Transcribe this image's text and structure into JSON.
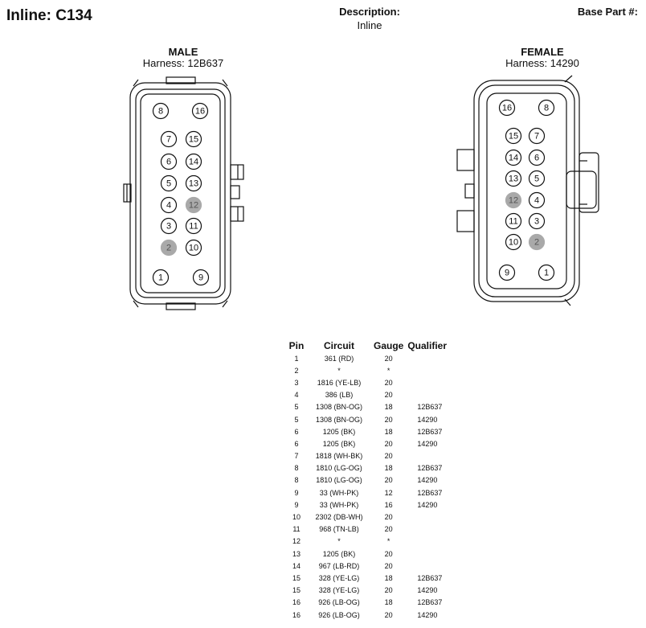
{
  "header": {
    "title": "Inline: C134",
    "description_label": "Description:",
    "description_value": "Inline",
    "base_part_label": "Base Part #:"
  },
  "male": {
    "title": "MALE",
    "harness": "Harness: 12B637",
    "pins": [
      {
        "label": "8",
        "unused": false
      },
      {
        "label": "16",
        "unused": false
      },
      {
        "label": "7",
        "unused": false
      },
      {
        "label": "15",
        "unused": false
      },
      {
        "label": "6",
        "unused": false
      },
      {
        "label": "14",
        "unused": false
      },
      {
        "label": "5",
        "unused": false
      },
      {
        "label": "13",
        "unused": false
      },
      {
        "label": "4",
        "unused": false
      },
      {
        "label": "12",
        "unused": true
      },
      {
        "label": "3",
        "unused": false
      },
      {
        "label": "11",
        "unused": false
      },
      {
        "label": "2",
        "unused": true
      },
      {
        "label": "10",
        "unused": false
      },
      {
        "label": "1",
        "unused": false
      },
      {
        "label": "9",
        "unused": false
      }
    ]
  },
  "female": {
    "title": "FEMALE",
    "harness": "Harness: 14290",
    "pins": [
      {
        "label": "16",
        "unused": false
      },
      {
        "label": "8",
        "unused": false
      },
      {
        "label": "15",
        "unused": false
      },
      {
        "label": "7",
        "unused": false
      },
      {
        "label": "14",
        "unused": false
      },
      {
        "label": "6",
        "unused": false
      },
      {
        "label": "13",
        "unused": false
      },
      {
        "label": "5",
        "unused": false
      },
      {
        "label": "12",
        "unused": true
      },
      {
        "label": "4",
        "unused": false
      },
      {
        "label": "11",
        "unused": false
      },
      {
        "label": "3",
        "unused": false
      },
      {
        "label": "10",
        "unused": false
      },
      {
        "label": "2",
        "unused": true
      },
      {
        "label": "9",
        "unused": false
      },
      {
        "label": "1",
        "unused": false
      }
    ]
  },
  "pin_table": {
    "headers": [
      "Pin",
      "Circuit",
      "Gauge",
      "Qualifier"
    ],
    "rows": [
      [
        "1",
        "361 (RD)",
        "20",
        ""
      ],
      [
        "2",
        "*",
        "*",
        ""
      ],
      [
        "3",
        "1816 (YE-LB)",
        "20",
        ""
      ],
      [
        "4",
        "386 (LB)",
        "20",
        ""
      ],
      [
        "5",
        "1308 (BN-OG)",
        "18",
        "12B637"
      ],
      [
        "5",
        "1308 (BN-OG)",
        "20",
        "14290"
      ],
      [
        "6",
        "1205 (BK)",
        "18",
        "12B637"
      ],
      [
        "6",
        "1205 (BK)",
        "20",
        "14290"
      ],
      [
        "7",
        "1818 (WH-BK)",
        "20",
        ""
      ],
      [
        "8",
        "1810 (LG-OG)",
        "18",
        "12B637"
      ],
      [
        "8",
        "1810 (LG-OG)",
        "20",
        "14290"
      ],
      [
        "9",
        "33 (WH-PK)",
        "12",
        "12B637"
      ],
      [
        "9",
        "33 (WH-PK)",
        "16",
        "14290"
      ],
      [
        "10",
        "2302 (DB-WH)",
        "20",
        ""
      ],
      [
        "11",
        "968 (TN-LB)",
        "20",
        ""
      ],
      [
        "12",
        "*",
        "*",
        ""
      ],
      [
        "13",
        "1205 (BK)",
        "20",
        ""
      ],
      [
        "14",
        "967 (LB-RD)",
        "20",
        ""
      ],
      [
        "15",
        "328 (YE-LG)",
        "18",
        "12B637"
      ],
      [
        "15",
        "328 (YE-LG)",
        "20",
        "14290"
      ],
      [
        "16",
        "926 (LB-OG)",
        "18",
        "12B637"
      ],
      [
        "16",
        "926 (LB-OG)",
        "20",
        "14290"
      ]
    ]
  },
  "colors": {
    "unused_pin": "#a9a9a9",
    "outline": "#111111"
  }
}
